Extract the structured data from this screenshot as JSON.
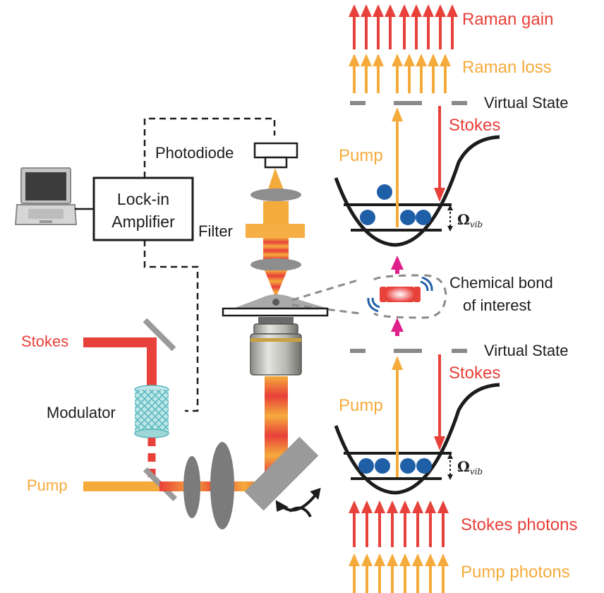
{
  "labels": {
    "raman_gain": "Raman gain",
    "raman_loss": "Raman loss",
    "virtual_state_top": "Virtual State",
    "virtual_state_bottom": "Virtual State",
    "stokes_top": "Stokes",
    "stokes_bottom": "Stokes",
    "pump_top": "Pump",
    "pump_bottom": "Pump",
    "omega": "Ω",
    "omega_sub": "vib",
    "photodiode": "Photodiode",
    "lockin_line1": "Lock-in",
    "lockin_line2": "Amplifier",
    "filter": "Filter",
    "chem_line1": "Chemical bond",
    "chem_line2": "of interest",
    "stokes_input": "Stokes",
    "modulator": "Modulator",
    "pump_input": "Pump",
    "stokes_photons": "Stokes photons",
    "pump_photons": "Pump photons"
  },
  "colors": {
    "stokes_red": "#e8403a",
    "pump_orange": "#f5ab3c",
    "molecule_blue": "#1f5fa8",
    "magenta": "#e0208a",
    "gray": "#8a8a8a"
  }
}
